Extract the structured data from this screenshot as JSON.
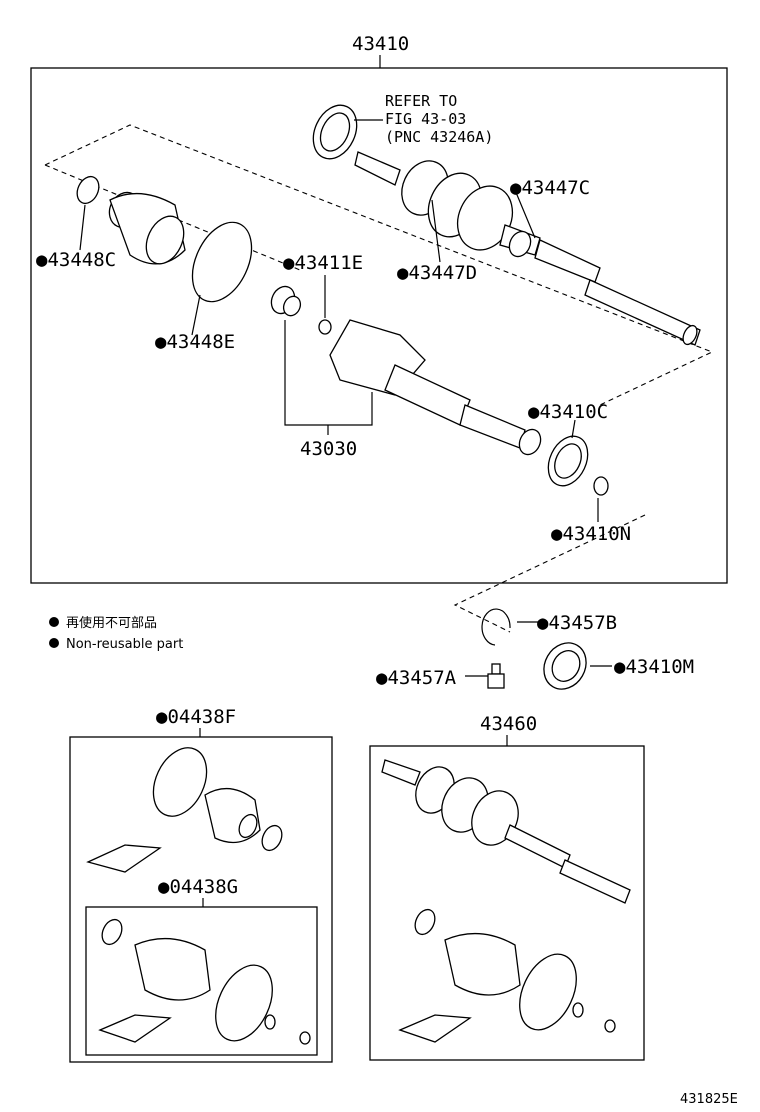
{
  "parts": {
    "p43410": "43410",
    "refer_line1": "REFER TO",
    "refer_line2": "FIG 43-03",
    "refer_line3": "(PNC 43246A)",
    "p43447C": "●43447C",
    "p43447D": "●43447D",
    "p43448C": "●43448C",
    "p43411E": "●43411E",
    "p43448E": "●43448E",
    "p43030": "43030",
    "p43410C": "●43410C",
    "p43410N": "●43410N",
    "p43457B": "●43457B",
    "p43410M": "●43410M",
    "p43457A": "●43457A",
    "p04438F": "●04438F",
    "p04438G": "●04438G",
    "p43460": "43460"
  },
  "legend": {
    "line_jp": "再使用不可部品",
    "line_en": "Non-reusable part"
  },
  "figure_id": "431825E"
}
